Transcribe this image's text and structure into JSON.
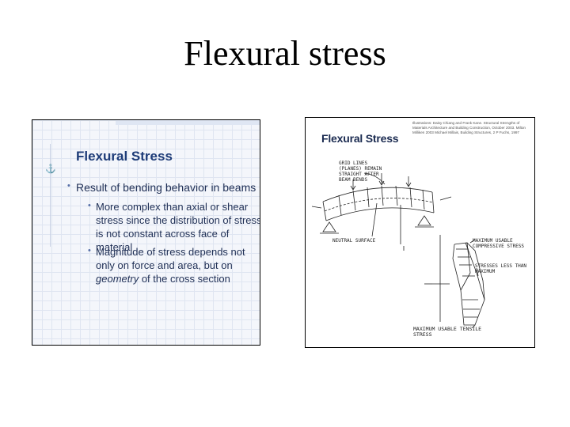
{
  "slide": {
    "title": "Flexural stress"
  },
  "left_panel": {
    "title": "Flexural Stress",
    "bullet": "Result of bending behavior in beams",
    "sub_bullets": [
      "More complex than axial or shear stress since the distribution of stress is not constant across face of material"
    ],
    "sub_bullet_2": {
      "before": "Magnitude of stress depends not only on force and area, but on ",
      "em": "geometry",
      "after": " of the cross section"
    }
  },
  "right_panel": {
    "citation": "Illustrations: Daisy Chiang and Frank Kane. Structural Strengths of Materials Architecture and Building Construction, October 2003. Milton Milliken 2003 Michael Millais, Building Structures, 2 P Fuchs, 1997",
    "title": "Flexural Stress",
    "labels": {
      "lines": "GRID LINES (PLANES) REMAIN STRAIGHT AFTER BEAM BENDS",
      "neutral": "NEUTRAL SURFACE",
      "max_compressive": "MAXIMUM USABLE COMPRESSIVE STRESS",
      "stresses_less": "STRESSES LESS THAN MAXIMUM",
      "max_tensile": "MAXIMUM USABLE TENSILE STRESS"
    }
  }
}
